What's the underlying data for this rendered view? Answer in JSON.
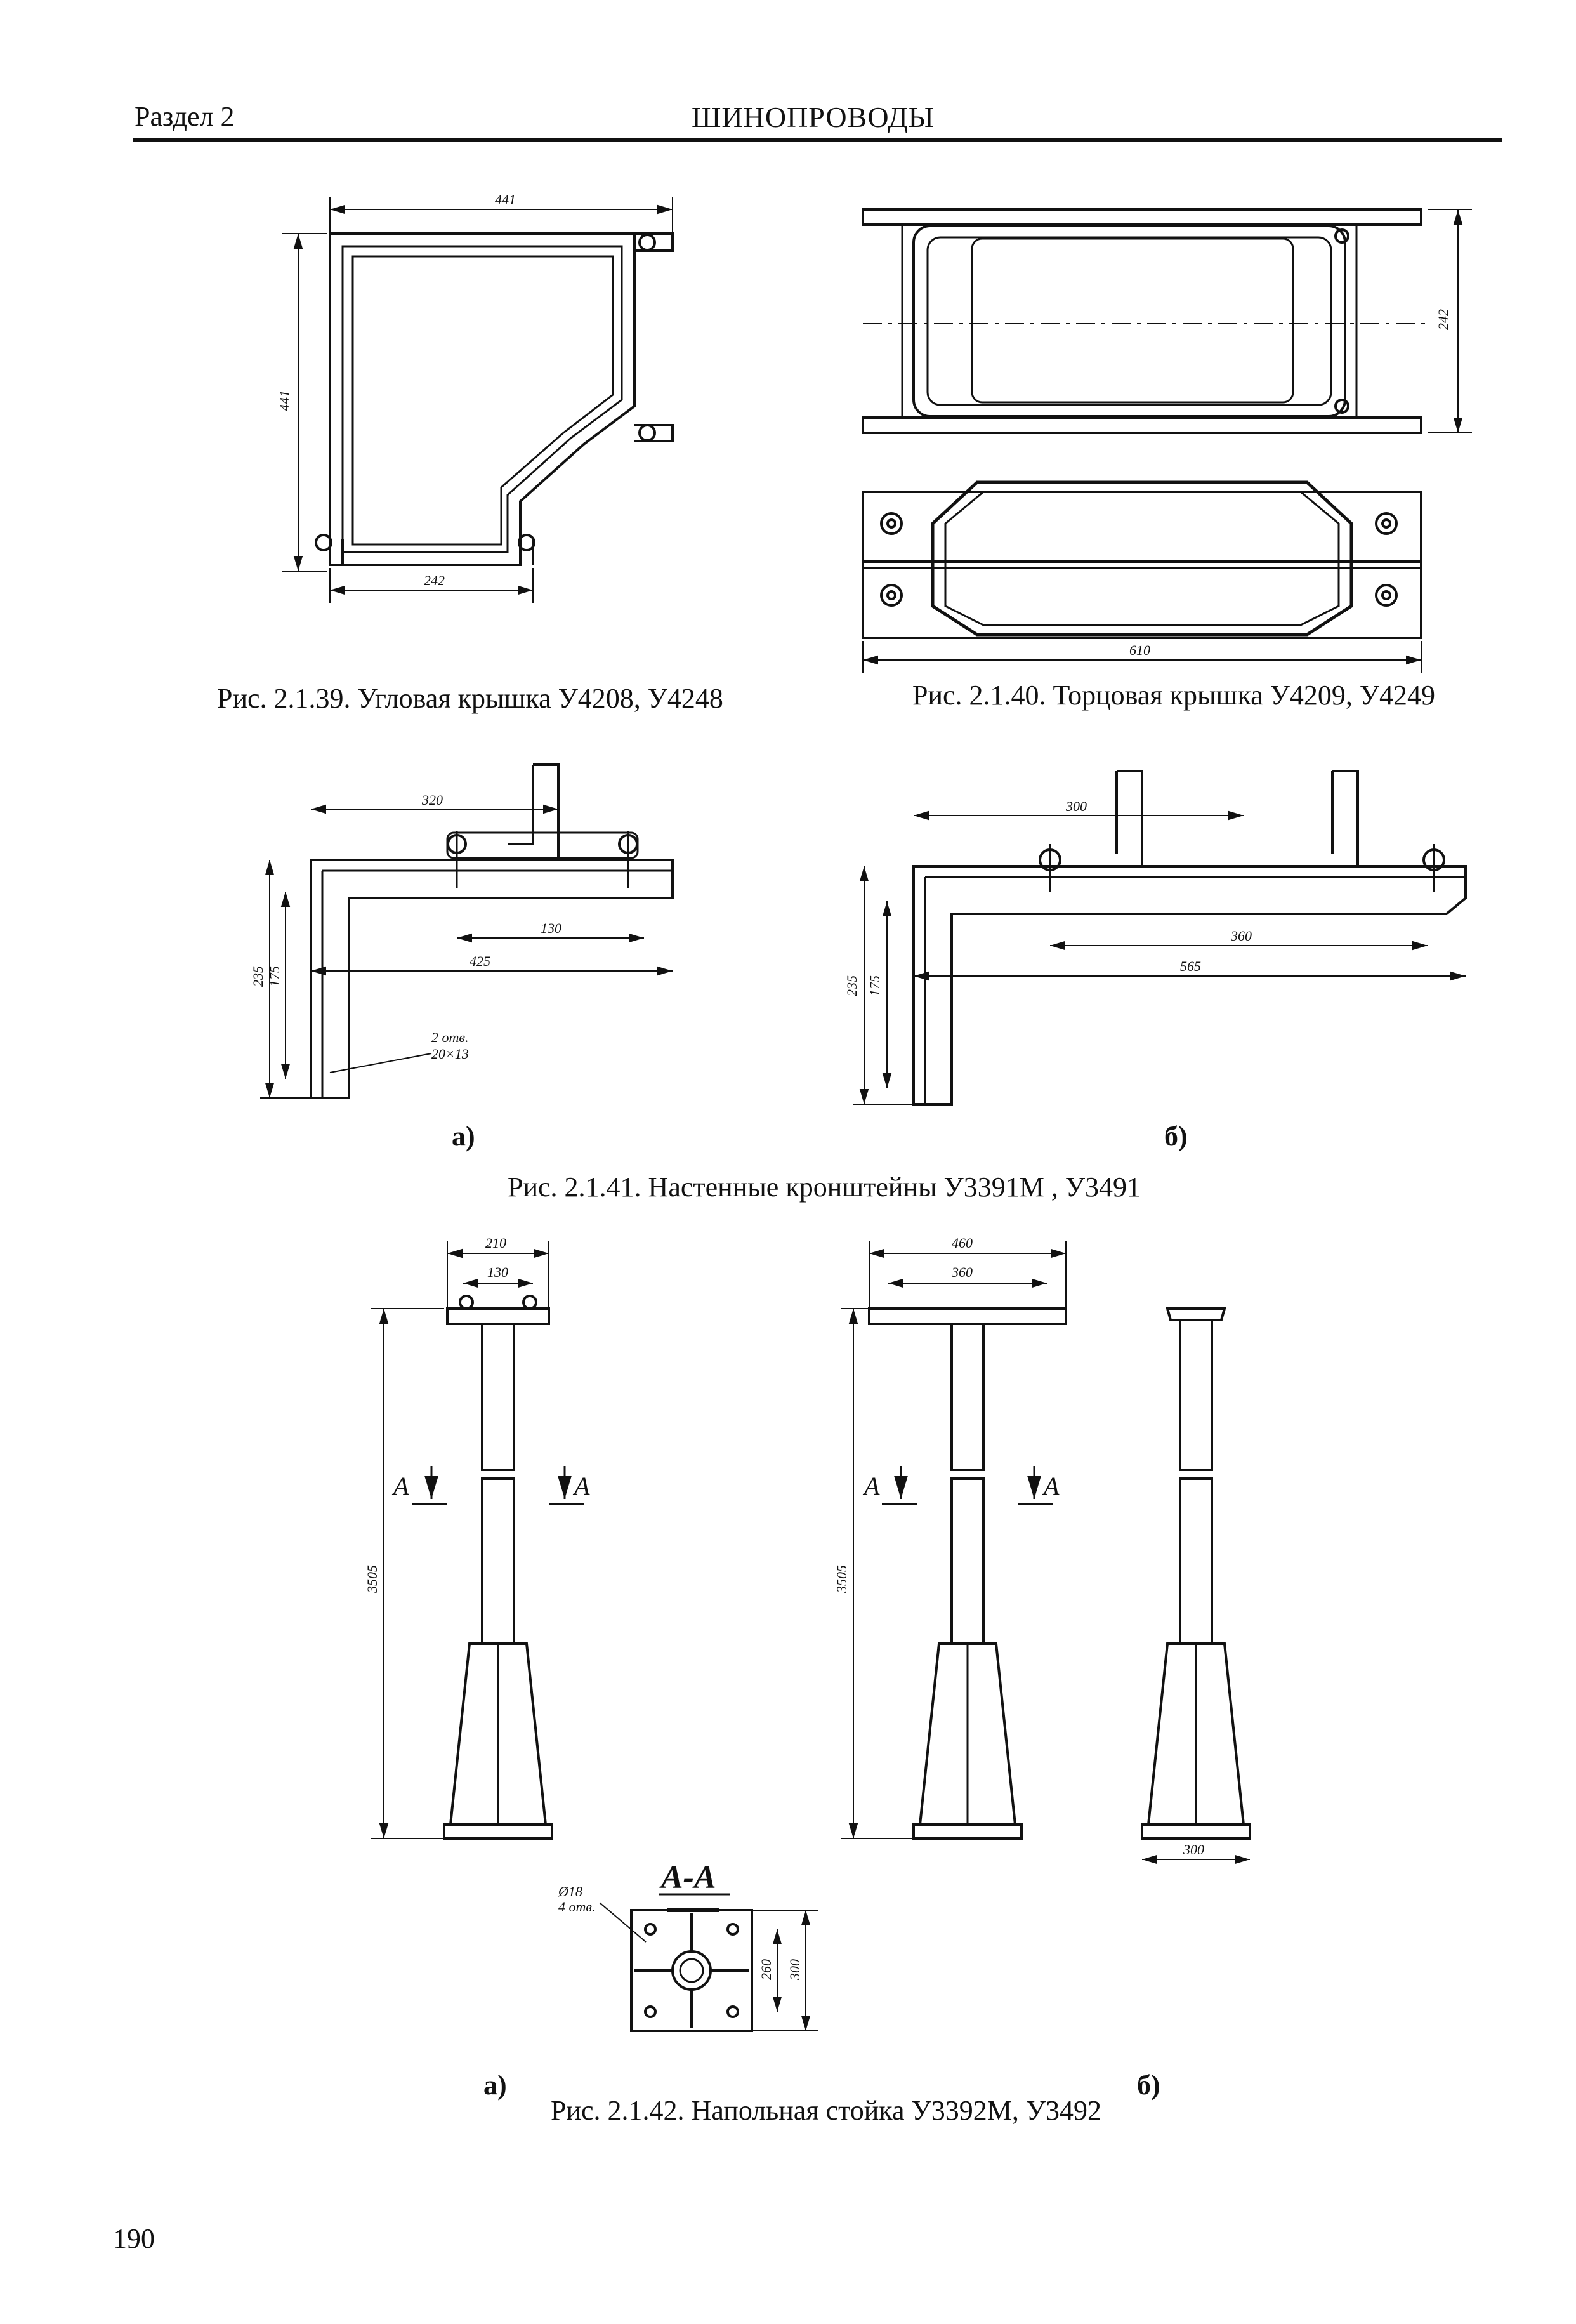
{
  "header": {
    "section": "Раздел 2",
    "title": "ШИНОПРОВОДЫ"
  },
  "figures": {
    "fig39": {
      "caption": "Рис. 2.1.39. Угловая крышка У4208, У4248",
      "dims": {
        "top": "441",
        "left": "441",
        "bottom": "242"
      }
    },
    "fig40": {
      "caption": "Рис. 2.1.40. Торцовая крышка У4209, У4249",
      "dims": {
        "height": "242",
        "length": "610"
      }
    },
    "fig41": {
      "caption": "Рис. 2.1.41. Настенные кронштейны У3391М , У3491",
      "a": {
        "label": "а)",
        "dims": {
          "d320": "320",
          "d130": "130",
          "d425": "425",
          "d235": "235",
          "d175": "175",
          "holes1": "2 отв.",
          "holes2": "20×13"
        }
      },
      "b": {
        "label": "б)",
        "dims": {
          "d300": "300",
          "d360": "360",
          "d565": "565",
          "d235": "235",
          "d175": "175"
        }
      }
    },
    "fig42": {
      "caption": "Рис. 2.1.42. Напольная стойка У3392М, У3492",
      "a": {
        "label": "а)",
        "dims": {
          "d210": "210",
          "d130": "130",
          "height": "3505"
        }
      },
      "b": {
        "label": "б)",
        "dims": {
          "d460": "460",
          "d360": "360",
          "height": "3505",
          "base": "300"
        }
      },
      "section": {
        "title": "А-А",
        "marker": "А",
        "hole1": "Ø18",
        "hole2": "4 отв.",
        "d260": "260",
        "d300": "300"
      }
    }
  },
  "page_number": "190"
}
